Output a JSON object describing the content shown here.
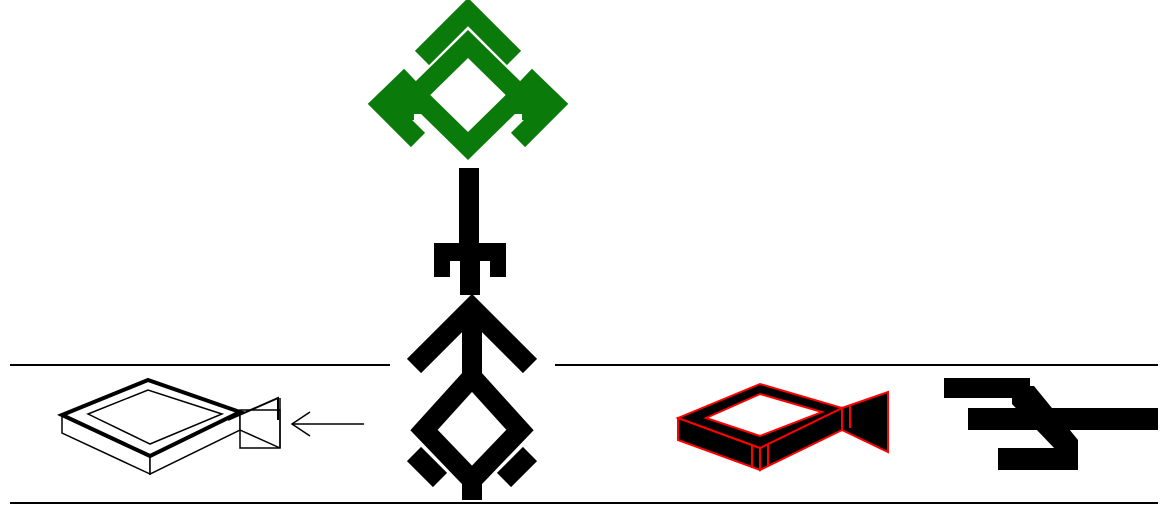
{
  "colors": {
    "background": "#ffffff",
    "ink": "#000000",
    "green_symbol": "#0a7a0a",
    "red_outline": "#ff0000",
    "light_face": "#ffffff"
  },
  "figures": [
    {
      "name": "green-tree-symbol",
      "color": "green",
      "icon": "diamond-with-branches-icon"
    },
    {
      "name": "black-trident-stem",
      "color": "black",
      "icon": "trident-icon"
    },
    {
      "name": "black-diamond-symbol",
      "color": "black",
      "icon": "diamond-with-branches-icon"
    },
    {
      "name": "fish-outline-3d",
      "color": "white",
      "icon": "fish-icon"
    },
    {
      "name": "pointer-arrow",
      "color": "black",
      "icon": "arrow-left-icon"
    },
    {
      "name": "fish-solid-3d",
      "color": "black-red",
      "icon": "fish-icon"
    },
    {
      "name": "black-hook-symbol",
      "color": "black",
      "icon": "hook-glyph-icon"
    }
  ]
}
